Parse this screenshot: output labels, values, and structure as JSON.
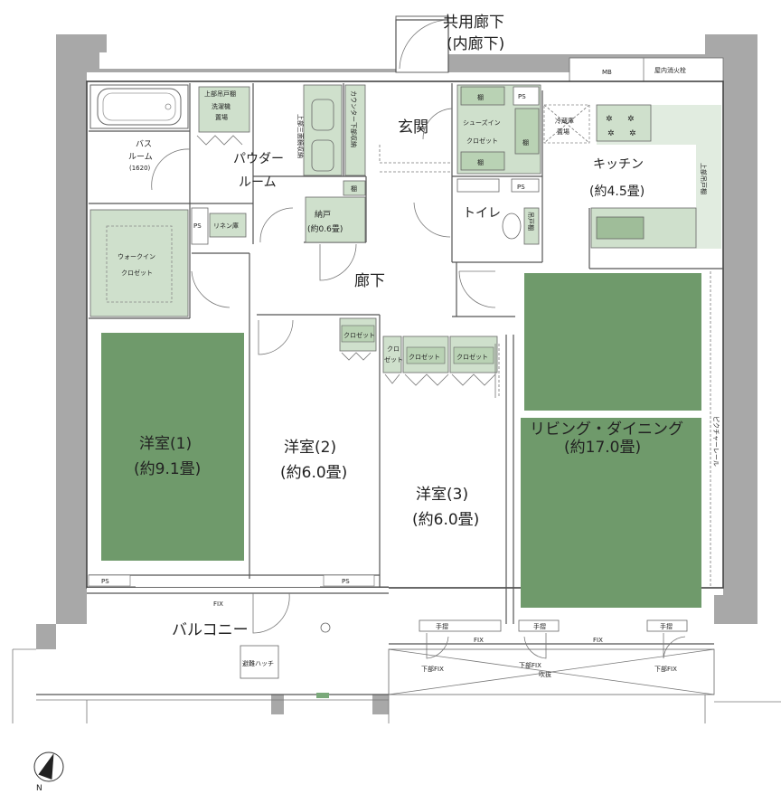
{
  "labels": {
    "common_corridor": "共用廊下",
    "inner_corridor": "(内廊下)",
    "mb": "MB",
    "fire_hydrant": "屋内消火栓",
    "entrance": "玄関",
    "shoes_in_closet_1": "シューズイン",
    "shoes_in_closet_2": "クロゼット",
    "shelf": "棚",
    "ps": "PS",
    "fridge_1": "冷蔵庫",
    "fridge_2": "置場",
    "kitchen": "キッチン",
    "kitchen_size": "(約4.5畳)",
    "upper_cabinet": "上部吊戸棚",
    "upper_cabinet_bath": "上部吊戸棚",
    "washer_1": "洗濯機",
    "washer_2": "置場",
    "bath_1": "バス",
    "bath_2": "ルーム",
    "bath_size": "(1620)",
    "powder_1": "パウダー",
    "powder_2": "ルーム",
    "three_mirror": "上部三面鏡収納",
    "counter_storage": "カウンター下部収納",
    "linen": "リネン庫",
    "storage": "納戸",
    "storage_size": "(約0.6畳)",
    "toilet": "トイレ",
    "toilet_shelf": "吊戸棚",
    "walkin_1": "ウォークイン",
    "walkin_2": "クロゼット",
    "hallway": "廊下",
    "closet": "クロゼット",
    "closet_short_1": "クロ",
    "closet_short_2": "ゼット",
    "room1": "洋室(1)",
    "room1_size": "(約9.1畳)",
    "room2": "洋室(2)",
    "room2_size": "(約6.0畳)",
    "room3": "洋室(3)",
    "room3_size": "(約6.0畳)",
    "living": "リビング・ダイニング",
    "living_size": "(約17.0畳)",
    "picture_rail": "ピクチャーレール",
    "balcony": "バルコニー",
    "fix": "FIX",
    "handrail": "手摺",
    "lower_fix": "下部FIX",
    "void": "吹抜",
    "evac_hatch": "避難ハッチ",
    "north": "N"
  }
}
